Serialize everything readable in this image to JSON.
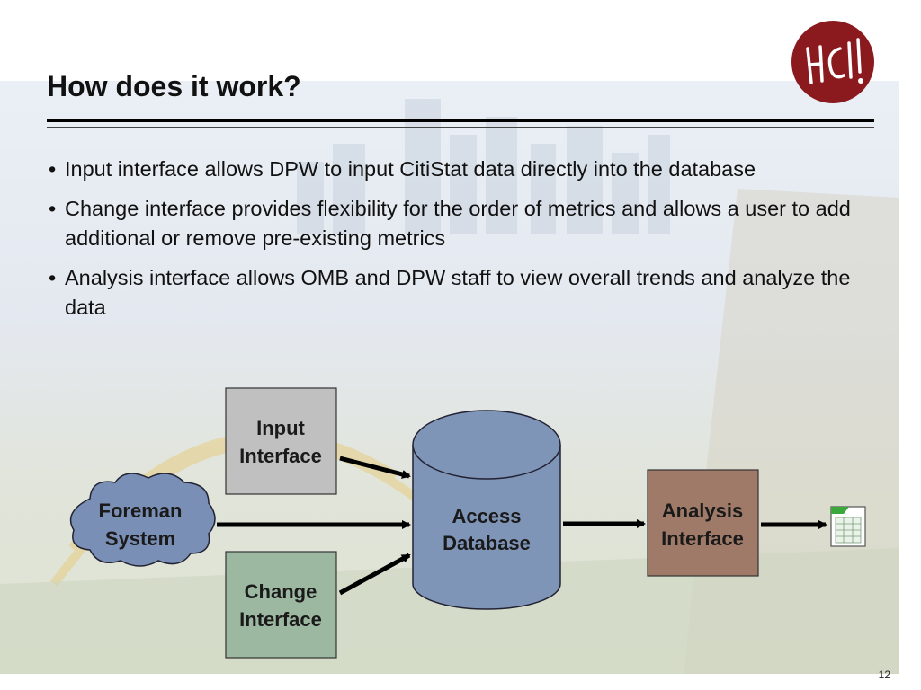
{
  "slide": {
    "title": "How does it work?",
    "page_number": "12"
  },
  "bullets": [
    {
      "text": "Input interface allows DPW to input CitiStat data directly into the database"
    },
    {
      "text": "Change interface provides flexibility for the order of metrics and allows a user to add additional or remove pre-existing metrics"
    },
    {
      "text": "Analysis interface allows OMB and DPW staff to view overall trends and analyze the data"
    }
  ],
  "logo": {
    "text": "HCII",
    "color": "#8b1a1f"
  },
  "diagram": {
    "nodes": {
      "input_interface": {
        "line1": "Input",
        "line2": "Interface",
        "fill": "#c0c0c0"
      },
      "foreman_system": {
        "line1": "Foreman",
        "line2": "System",
        "fill": "#7a8fb5"
      },
      "change_interface": {
        "line1": "Change",
        "line2": "Interface",
        "fill": "#9db8a0"
      },
      "access_database": {
        "line1": "Access",
        "line2": "Database",
        "fill": "#7f95b8"
      },
      "analysis_interface": {
        "line1": "Analysis",
        "line2": "Interface",
        "fill": "#a07a68"
      }
    },
    "output_icon": "spreadsheet-icon"
  }
}
